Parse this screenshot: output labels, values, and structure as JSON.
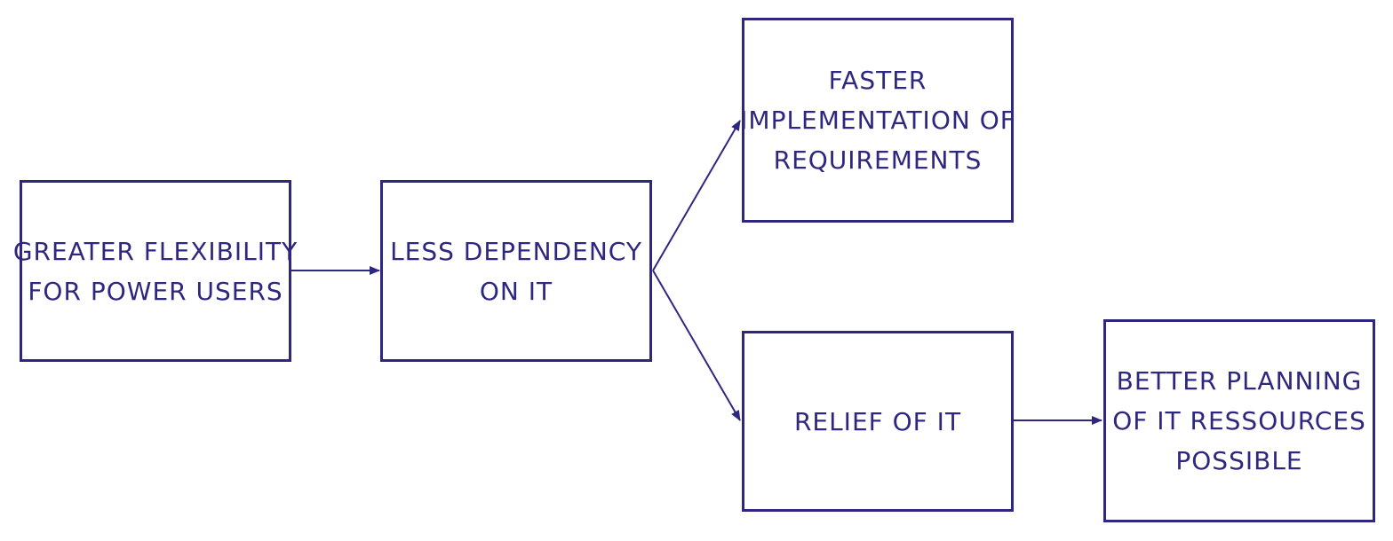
{
  "diagram": {
    "stroke_color": "#2e2780",
    "nodes": {
      "greater_flexibility": {
        "line1": "GREATER FLEXIBILITY",
        "line2": "FOR POWER USERS"
      },
      "less_dependency": {
        "line1": "LESS DEPENDENCY",
        "line2": "ON IT"
      },
      "faster_implementation": {
        "line1": "FASTER",
        "line2": "IMPLEMENTATION OF",
        "line3": "REQUIREMENTS"
      },
      "relief_of_it": {
        "line1": "RELIEF OF IT"
      },
      "better_planning": {
        "line1": "BETTER PLANNING",
        "line2": "OF IT RESSOURCES",
        "line3": "POSSIBLE"
      }
    }
  }
}
